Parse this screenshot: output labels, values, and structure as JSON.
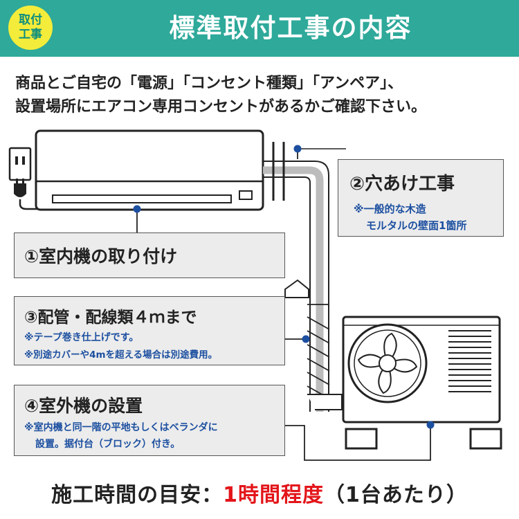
{
  "header": {
    "badge_line1": "取付",
    "badge_line2": "工事",
    "title": "標準取付工事の内容"
  },
  "intro": {
    "line1": "商品とご自宅の「電源」「コンセント種類」「アンペア」、",
    "line2": "設置場所にエアコン専用コンセントがあるかご確認下さい。"
  },
  "steps": [
    {
      "heading": "①室内機の取り付け",
      "notes": []
    },
    {
      "heading": "②穴あけ工事",
      "notes": [
        "※一般的な木造",
        "モルタルの壁面1箇所"
      ]
    },
    {
      "heading": "③配管・配線類４ｍまで",
      "notes": [
        "※テープ巻き仕上げです。",
        "※別途カバーや4mを超える場合は別途費用。"
      ]
    },
    {
      "heading": "④室外機の設置",
      "notes": [
        "※室内機と同一階の平地もしくはベランダに",
        "設置。据付台（ブロック）付き。"
      ]
    }
  ],
  "footer": {
    "prefix": "施工時間の目安：",
    "highlight": "1時間程度",
    "suffix": "（1台あたり）"
  },
  "colors": {
    "header_bg": "#2ea99a",
    "badge_bg": "#f4ec3a",
    "note_blue": "#1c4fa0",
    "highlight_red": "#e3151a",
    "dot_blue": "#1c4fa0"
  },
  "icons": [
    "power-outlet-icon",
    "power-plug-icon",
    "fan-icon"
  ]
}
